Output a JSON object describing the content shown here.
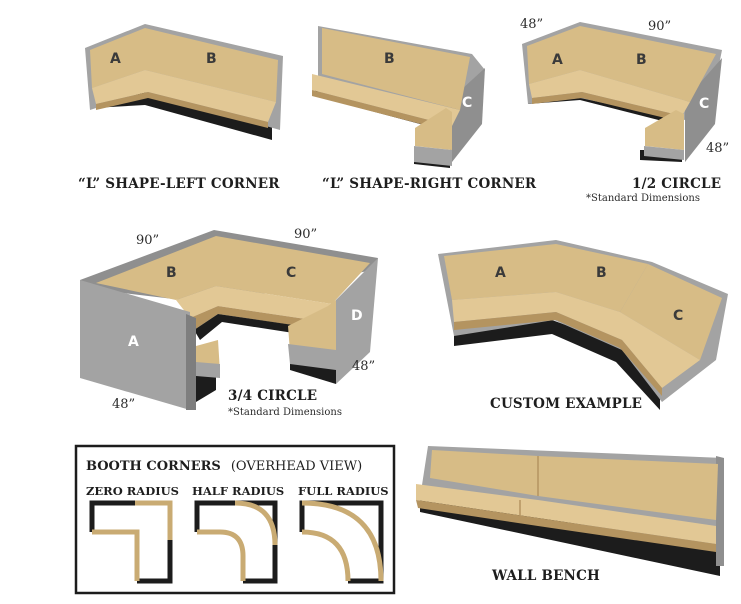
{
  "colors": {
    "upholstery": "#d7bc86",
    "upholstery_shade": "#c4a670",
    "upholstery_light": "#e4cc99",
    "shell_gray": "#a3a3a3",
    "shell_dark": "#7e7e7e",
    "base_black": "#1c1c1c",
    "text": "#1e1e1e"
  },
  "l_left": {
    "caption": "“L” SHAPE-LEFT CORNER",
    "seg_a": "A",
    "seg_b": "B"
  },
  "l_right": {
    "caption": "“L” SHAPE-RIGHT CORNER",
    "seg_b": "B",
    "seg_c": "C"
  },
  "half_circle": {
    "caption": "1/2 CIRCLE",
    "note": "*Standard Dimensions",
    "dim_top_left": "48”",
    "dim_top": "90”",
    "dim_right": "48”",
    "seg_a": "A",
    "seg_b": "B",
    "seg_c": "C"
  },
  "three_quarter": {
    "caption": "3/4 CIRCLE",
    "note": "*Standard Dimensions",
    "dim_top_left": "90”",
    "dim_top_right": "90”",
    "dim_right": "48”",
    "dim_bottom_left": "48”",
    "seg_a": "A",
    "seg_b": "B",
    "seg_c": "C",
    "seg_d": "D"
  },
  "custom": {
    "caption": "CUSTOM EXAMPLE",
    "seg_a": "A",
    "seg_b": "B",
    "seg_c": "C"
  },
  "legend": {
    "title": "BOOTH CORNERS",
    "subtitle": "(OVERHEAD VIEW)",
    "zero": "ZERO RADIUS",
    "half": "HALF RADIUS",
    "full": "FULL RADIUS"
  },
  "wall_bench": {
    "caption": "WALL BENCH"
  }
}
